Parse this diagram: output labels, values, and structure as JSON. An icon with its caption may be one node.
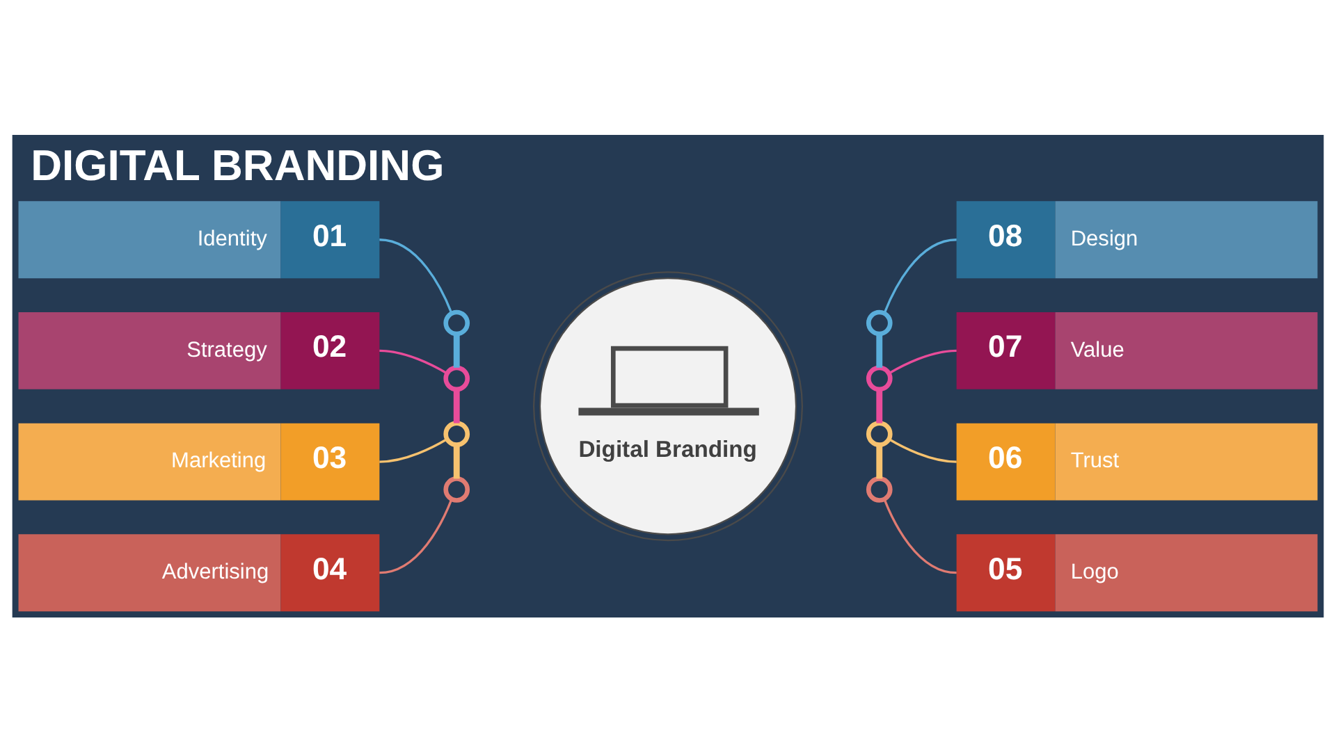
{
  "diagram": {
    "title": "DIGITAL BRANDING",
    "nodes": [
      {
        "text": [
          "Identity",
          "01"
        ]
      },
      {
        "text": [
          "Strategy",
          "02"
        ]
      },
      {
        "text": [
          "Marketing",
          "03"
        ]
      },
      {
        "text": [
          "Advertising",
          "04"
        ]
      },
      {
        "text": [
          "05",
          "Logo"
        ]
      },
      {
        "text": [
          "06",
          "Trust"
        ]
      },
      {
        "text": [
          "07",
          "Value"
        ]
      },
      {
        "text": [
          "08",
          "Design"
        ]
      },
      {
        "text": [
          "Digital Branding"
        ]
      },
      {
        "text": [],
        "shape": "circle"
      },
      {
        "text": [],
        "shape": "circle"
      },
      {
        "text": [],
        "shape": "circle"
      },
      {
        "text": [],
        "shape": "circle"
      },
      {
        "text": [],
        "shape": "circle"
      },
      {
        "text": [],
        "shape": "circle"
      },
      {
        "text": [],
        "shape": "circle"
      },
      {
        "text": [],
        "shape": "circle"
      }
    ],
    "edges": [
      {
        "from": 0,
        "to": 9,
        "arrow": "none",
        "color": "#5aaedb"
      },
      {
        "from": 1,
        "to": 10,
        "arrow": "none",
        "color": "#e84c9a"
      },
      {
        "from": 2,
        "to": 11,
        "arrow": "none",
        "color": "#f7c26f"
      },
      {
        "from": 3,
        "to": 12,
        "arrow": "none",
        "color": "#e07b72"
      },
      {
        "from": 13,
        "to": 4,
        "arrow": "none",
        "color": "#e07b72"
      },
      {
        "from": 14,
        "to": 5,
        "arrow": "none",
        "color": "#f7c26f"
      },
      {
        "from": 15,
        "to": 6,
        "arrow": "none",
        "color": "#e84c9a"
      },
      {
        "from": 16,
        "to": 7,
        "arrow": "none",
        "color": "#5aaedb"
      },
      {
        "from": 9,
        "to": 10,
        "arrow": "none",
        "style": "thick",
        "color": "#5aaedb"
      },
      {
        "from": 10,
        "to": 11,
        "arrow": "none",
        "style": "thick",
        "color": "#e84c9a"
      },
      {
        "from": 11,
        "to": 12,
        "arrow": "none",
        "style": "thick",
        "color": "#f7c26f"
      },
      {
        "from": 16,
        "to": 15,
        "arrow": "none",
        "style": "thick",
        "color": "#5aaedb"
      },
      {
        "from": 15,
        "to": 14,
        "arrow": "none",
        "style": "thick",
        "color": "#e84c9a"
      },
      {
        "from": 14,
        "to": 13,
        "arrow": "none",
        "style": "thick",
        "color": "#f7c26f"
      }
    ]
  }
}
